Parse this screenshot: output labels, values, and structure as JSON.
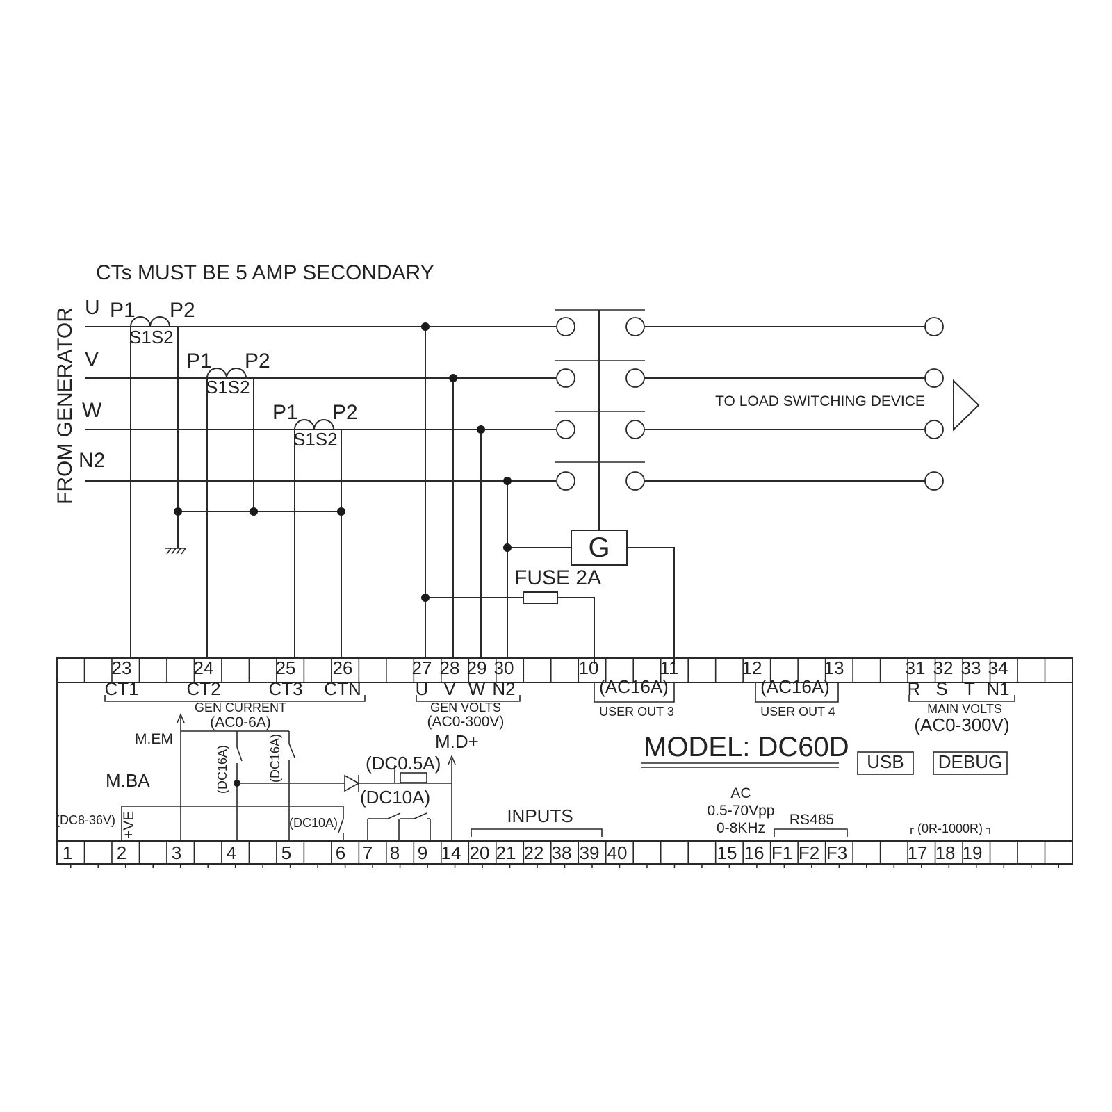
{
  "title": "CTs MUST BE 5 AMP SECONDARY",
  "source_label": "FROM GENERATOR",
  "phases": [
    "U",
    "V",
    "W",
    "N2"
  ],
  "ct_labels": {
    "p1": "P1",
    "p2": "P2",
    "s1s2": "S1S2"
  },
  "load_label": "TO LOAD SWITCHING DEVICE",
  "generator_symbol": "G",
  "fuse_label": "FUSE 2A",
  "model_label": "MODEL: DC60D",
  "usb_label": "USB",
  "debug_label": "DEBUG",
  "top_terminals": [
    "23",
    "24",
    "25",
    "26",
    "27",
    "28",
    "29",
    "30",
    "10",
    "11",
    "12",
    "13",
    "31",
    "32",
    "33",
    "34"
  ],
  "bottom_terminals": [
    "1",
    "2",
    "3",
    "4",
    "5",
    "6",
    "7",
    "8",
    "9",
    "14",
    "20",
    "21",
    "22",
    "38",
    "39",
    "40",
    "15",
    "16",
    "F1",
    "F2",
    "F3",
    "17",
    "18",
    "19"
  ],
  "groups": {
    "ct_names": [
      "CT1",
      "CT2",
      "CT3",
      "CTN"
    ],
    "gen_current": "GEN CURRENT",
    "gen_current_range": "(AC0-6A)",
    "gen_volt_names": [
      "U",
      "V",
      "W",
      "N2"
    ],
    "gen_volts": "GEN VOLTS",
    "gen_volts_range": "(AC0-300V)",
    "user_out_3_rating": "(AC16A)",
    "user_out_3": "USER OUT 3",
    "user_out_4_rating": "(AC16A)",
    "user_out_4": "USER OUT 4",
    "main_volt_names": [
      "R",
      "S",
      "T",
      "N1"
    ],
    "main_volts": "MAIN VOLTS",
    "main_volts_range": "(AC0-300V)"
  },
  "lower_labels": {
    "m_em": "M.EM",
    "m_ba": "M.BA",
    "supply_range": "(DC8-36V)",
    "plus_ve": "+VE",
    "dc16a_1": "(DC16A)",
    "dc16a_2": "(DC16A)",
    "dc10a_relay": "(DC10A)",
    "dc05a": "(DC0.5A)",
    "dc10a": "(DC10A)",
    "m_d_plus": "M.D+",
    "inputs": "INPUTS",
    "ac": "AC",
    "ac_range": "0.5-70Vpp",
    "freq_range": "0-8KHz",
    "rs485": "RS485",
    "resistance_range": "(0R-1000R)"
  }
}
